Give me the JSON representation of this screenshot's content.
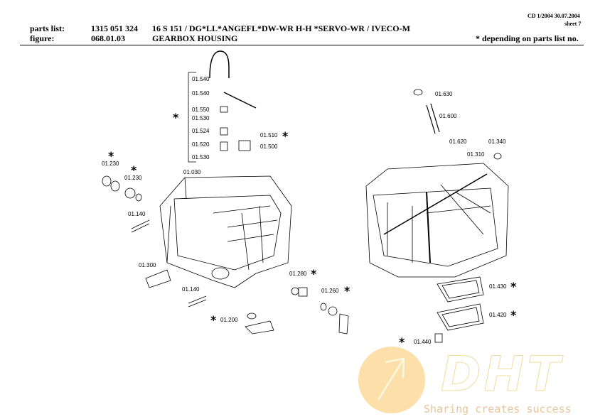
{
  "header": {
    "doc_ref": "CD 1/2004 30.07.2004",
    "sheet": "sheet 7",
    "parts_list_label": "parts list:",
    "parts_list_no": "1315 051 324",
    "parts_list_desc": "16 S 151 / DG*LL*ANGEFL*DW-WR H-H *SERVO-WR / IVECO-M",
    "figure_label": "figure:",
    "figure_no": "068.01.03",
    "figure_title": "GEARBOX HOUSING",
    "note": "*  depending on parts list no."
  },
  "labels": [
    {
      "t": "01.540"
    },
    {
      "t": "01.540"
    },
    {
      "t": "01.550"
    },
    {
      "t": "01.530"
    },
    {
      "t": "01.524"
    },
    {
      "t": "01.520"
    },
    {
      "t": "01.530"
    },
    {
      "t": "01.510"
    },
    {
      "t": "01.500"
    },
    {
      "t": "01.230"
    },
    {
      "t": "01.230"
    },
    {
      "t": "01.030"
    },
    {
      "t": "01.140"
    },
    {
      "t": "01.300"
    },
    {
      "t": "01.140"
    },
    {
      "t": "01.200"
    },
    {
      "t": "01.280"
    },
    {
      "t": "01.260"
    },
    {
      "t": "01.630"
    },
    {
      "t": "01.600"
    },
    {
      "t": "01.620"
    },
    {
      "t": "01.340"
    },
    {
      "t": "01.310"
    },
    {
      "t": "01.430"
    },
    {
      "t": "01.420"
    },
    {
      "t": "01.440"
    }
  ],
  "star": "*",
  "watermark": {
    "brand": "DHT",
    "slogan": "Sharing creates success"
  }
}
